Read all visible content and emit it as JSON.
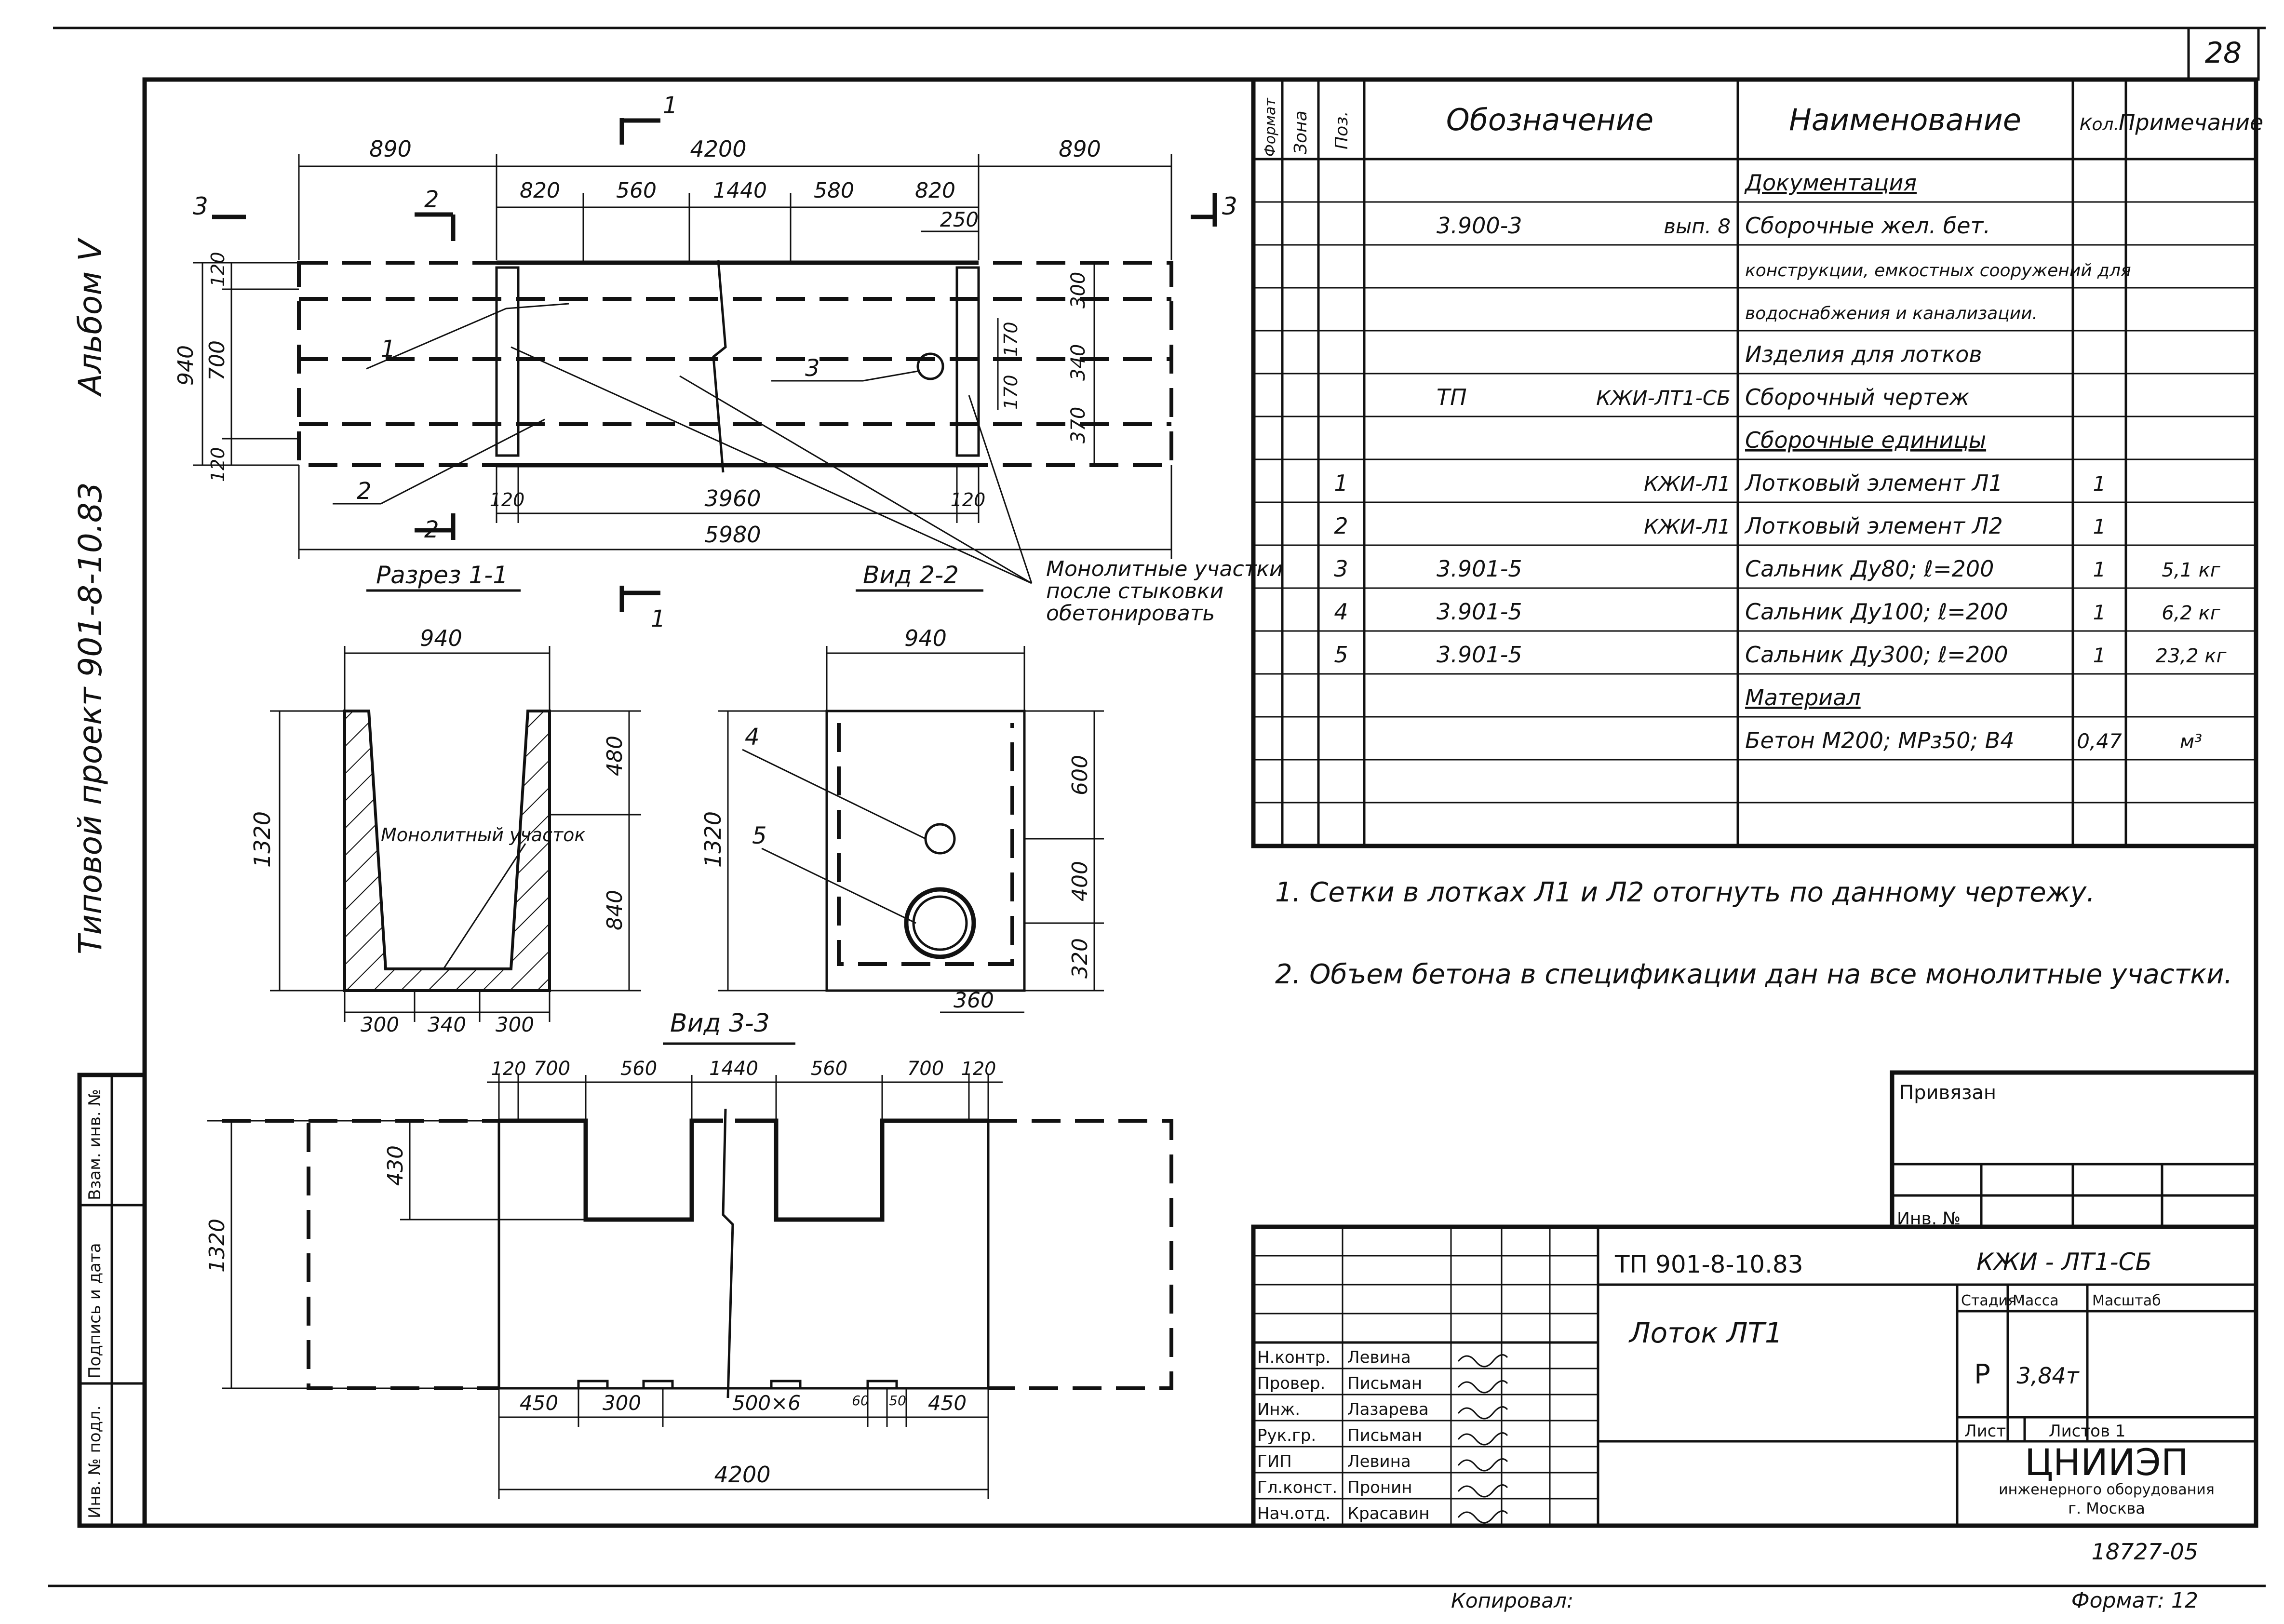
{
  "sheet_number": "28",
  "album_side": {
    "album": "Альбом Ⅴ",
    "project": "Типовой проект 901-8-10.83"
  },
  "left_stamp": [
    "Инв. № подл.",
    "Подпись и дата",
    "Взам. инв. №"
  ],
  "plan": {
    "top_overall": [
      "890",
      "4200",
      "890"
    ],
    "top_detail": [
      "820",
      "560",
      "1440",
      "580",
      "820"
    ],
    "dim_250": "250",
    "left_outer": "940",
    "left_inner": "700",
    "left_120_top": "120",
    "left_120_bottom": "120",
    "right_dims": [
      "300",
      "340",
      "370"
    ],
    "right_inner": [
      "170",
      "170"
    ],
    "bottom_inner": [
      "120",
      "3960",
      "120"
    ],
    "bottom_total": "5980",
    "section_marks": [
      "1",
      "1",
      "2",
      "2",
      "3",
      "3"
    ],
    "callouts": [
      "1",
      "2",
      "3"
    ]
  },
  "monolithic_note": "Монолитные участки после стыковки обетонировать",
  "section11": {
    "title": "Разрез 1-1",
    "width": "940",
    "height": "1320",
    "upper": "480",
    "lower": "840",
    "bottom_dims": [
      "300",
      "340",
      "300"
    ],
    "label": "Монолитный участок"
  },
  "view22": {
    "title": "Вид 2-2",
    "width": "940",
    "height": "1320",
    "dims": [
      "600",
      "400",
      "320"
    ],
    "bottom": "360",
    "callouts": [
      "4",
      "5"
    ]
  },
  "view33": {
    "title": "Вид 3-3",
    "top_dims": [
      "120",
      "700",
      "560",
      "1440",
      "560",
      "700",
      "120"
    ],
    "height": "1320",
    "notch": "430",
    "bottom_dims": [
      "450",
      "300",
      "500×6",
      "60",
      "50",
      "450"
    ],
    "total": "4200"
  },
  "spec": {
    "headers": {
      "format": "Формат",
      "zone": "Зона",
      "pos": "Поз.",
      "designation": "Обозначение",
      "name": "Наименование",
      "qty": "Кол.",
      "note": "Примечание"
    },
    "rows": [
      {
        "pos": "",
        "des": "",
        "des2": "",
        "name": "Документация",
        "qty": "",
        "note": "",
        "u": true
      },
      {
        "pos": "",
        "des": "3.900-3",
        "des2": "вып. 8",
        "name": "Сборочные жел. бет.",
        "qty": "",
        "note": ""
      },
      {
        "pos": "",
        "des": "",
        "des2": "",
        "name": "конструкции, емкостных сооружений для",
        "qty": "",
        "note": "",
        "small": true
      },
      {
        "pos": "",
        "des": "",
        "des2": "",
        "name": "водоснабжения и канализации.",
        "qty": "",
        "note": "",
        "small": true
      },
      {
        "pos": "",
        "des": "",
        "des2": "",
        "name": "Изделия для лотков",
        "qty": "",
        "note": ""
      },
      {
        "pos": "",
        "des": "ТП",
        "des2": "КЖИ-ЛТ1-СБ",
        "name": "Сборочный чертеж",
        "qty": "",
        "note": ""
      },
      {
        "pos": "",
        "des": "",
        "des2": "",
        "name": "Сборочные единицы",
        "qty": "",
        "note": "",
        "u": true
      },
      {
        "pos": "1",
        "des": "",
        "des2": "КЖИ-Л1",
        "name": "Лотковый элемент Л1",
        "qty": "1",
        "note": ""
      },
      {
        "pos": "2",
        "des": "",
        "des2": "КЖИ-Л1",
        "name": "Лотковый элемент Л2",
        "qty": "1",
        "note": ""
      },
      {
        "pos": "3",
        "des": "3.901-5",
        "des2": "",
        "name": "Сальник Ду80; ℓ=200",
        "qty": "1",
        "note": "5,1 кг"
      },
      {
        "pos": "4",
        "des": "3.901-5",
        "des2": "",
        "name": "Сальник Ду100; ℓ=200",
        "qty": "1",
        "note": "6,2 кг"
      },
      {
        "pos": "5",
        "des": "3.901-5",
        "des2": "",
        "name": "Сальник Ду300; ℓ=200",
        "qty": "1",
        "note": "23,2 кг"
      },
      {
        "pos": "",
        "des": "",
        "des2": "",
        "name": "Материал",
        "qty": "",
        "note": "",
        "u": true
      },
      {
        "pos": "",
        "des": "",
        "des2": "",
        "name": "Бетон М200; МРз50; В4",
        "qty": "0,47",
        "note": "м³"
      },
      {
        "pos": "",
        "des": "",
        "des2": "",
        "name": "",
        "qty": "",
        "note": ""
      },
      {
        "pos": "",
        "des": "",
        "des2": "",
        "name": "",
        "qty": "",
        "note": ""
      }
    ]
  },
  "notes": [
    "1. Сетки в лотках Л1 и Л2 отогнуть по данному чертежу.",
    "2. Объем бетона в спецификации дан на все монолитные участки."
  ],
  "privyazan": {
    "title": "Привязан",
    "inv": "Инв. №"
  },
  "title_block": {
    "project_code": "ТП 901-8-10.83",
    "doc_code": "КЖИ - ЛТ1-СБ",
    "title": "Лоток ЛТ1",
    "stage_label": "Стадия",
    "mass_label": "Масса",
    "scale_label": "Масштаб",
    "stage": "Р",
    "mass": "3,84т",
    "sheet_label": "Лист",
    "sheets_label": "Листов 1",
    "org_main": "ЦНИИЭП",
    "org_sub": "инженерного оборудования",
    "org_city": "г. Москва",
    "signers": [
      {
        "role": "Н.контр.",
        "name": "Левина"
      },
      {
        "role": "Провер.",
        "name": "Письман"
      },
      {
        "role": "Инж.",
        "name": "Лазарева"
      },
      {
        "role": "Рук.гр.",
        "name": "Письман"
      },
      {
        "role": "ГИП",
        "name": "Левина"
      },
      {
        "role": "Гл.конст.",
        "name": "Пронин"
      },
      {
        "role": "Нач.отд.",
        "name": "Красавин"
      }
    ]
  },
  "footer": {
    "copied": "Копировал:",
    "archive": "18727-05",
    "format": "Формат: 12"
  }
}
